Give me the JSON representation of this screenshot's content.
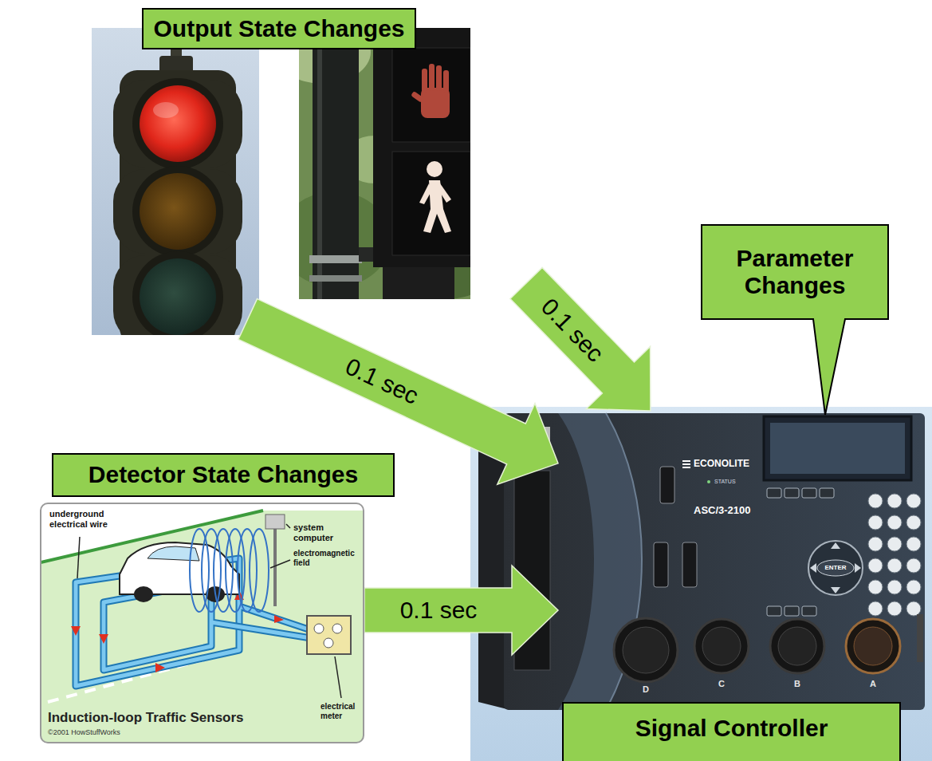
{
  "diagram": {
    "nodes": [
      {
        "text": [
          "Output State Changes"
        ]
      },
      {
        "text": [
          "Parameter Changes"
        ]
      },
      {
        "text": [
          "Detector State Changes",
          "underground electrical wire",
          "system computer",
          "electromagnetic field",
          "electrical meter",
          "Induction-loop Traffic Sensors",
          "©2001 HowStuffWorks"
        ]
      },
      {
        "text": [
          "Signal Controller",
          "ECONOLITE",
          "STATUS",
          "ASC/3-2100",
          "ENTER",
          "D",
          "C",
          "B",
          "A"
        ]
      }
    ],
    "edges": [
      {
        "from": 0,
        "to": 3,
        "arrow": "to",
        "label": "0.1 sec"
      },
      {
        "from": 0,
        "to": 3,
        "arrow": "to",
        "label": "0.1 sec"
      },
      {
        "from": 2,
        "to": 3,
        "arrow": "to",
        "label": "0.1 sec"
      }
    ]
  }
}
